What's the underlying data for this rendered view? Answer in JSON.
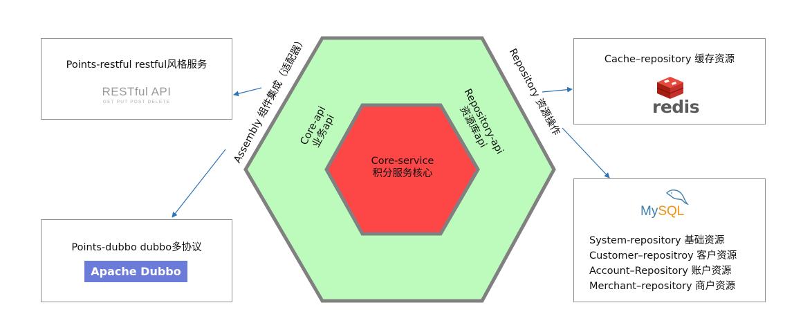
{
  "core": {
    "service_name": "Core-service",
    "service_desc": "积分服务核心",
    "api_line1": "Core-api",
    "api_line2": "业务api",
    "repo_api_line1": "Repository-api",
    "repo_api_line2": "资源库api"
  },
  "edges": {
    "assembly_label": "Assembly 组件集成（适配器）",
    "repository_label": "Repository 资源操作"
  },
  "restful": {
    "title": "Points-restful  restful风格服务",
    "logo_main": "RESTful API",
    "logo_sub": "GET  PUT  POST  DELETE"
  },
  "dubbo": {
    "title": "Points-dubbo  dubbo多协议",
    "logo": "Apache Dubbo"
  },
  "cache": {
    "title": "Cache–repository 缓存资源",
    "logo": "redis"
  },
  "mysql": {
    "logo_my": "My",
    "logo_sql": "SQL",
    "items": [
      "System-repository 基础资源",
      "Customer–repositroy 客户资源",
      "Account–Repository 账户资源",
      "Merchant–repository 商户资源"
    ]
  },
  "colors": {
    "outer_fill": "#bdfbbd",
    "inner_fill": "#fd4646",
    "hex_border": "#808080",
    "arrow": "#2f73b8",
    "dubbo_bg": "#6b7bd9",
    "redis_red": "#d82c20"
  }
}
